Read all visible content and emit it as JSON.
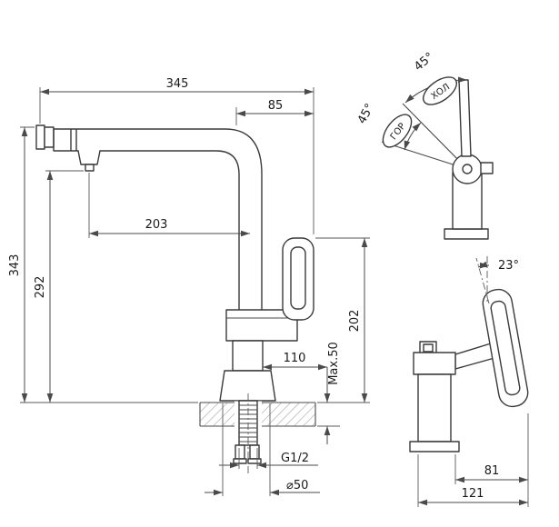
{
  "drawing": {
    "main": {
      "dim_total_width": "345",
      "dim_handle_offset": "85",
      "dim_spout_reach": "203",
      "dim_total_height": "343",
      "dim_spout_height": "292",
      "dim_handle_height": "202",
      "dim_body_offset": "110",
      "dim_deck_thickness": "Max.50",
      "thread_size": "G1/2",
      "base_diameter": "⌀50"
    },
    "rotation": {
      "angle_cold": "45°",
      "angle_hot": "45°",
      "cold_label": "ХОЛ",
      "hot_label": "ГОР"
    },
    "side": {
      "handle_tilt": "23°",
      "dim_handle_reach": "81",
      "dim_total_depth": "121"
    },
    "colors": {
      "line": "#3a3a3a",
      "dimension": "#4a4a4a",
      "hatch": "#aaaaaa",
      "background": "#ffffff"
    }
  }
}
